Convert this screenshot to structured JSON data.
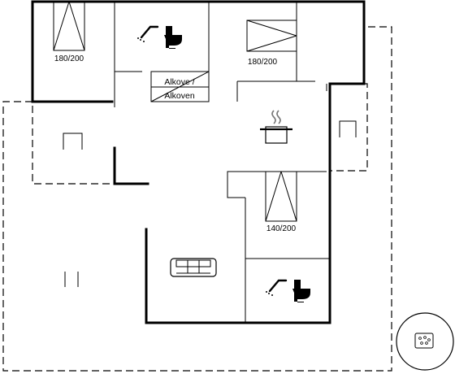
{
  "plan": {
    "beds": {
      "bed_nw": "180/200",
      "bed_ne": "180/200",
      "bed_center": "140/200"
    },
    "alcove": {
      "line1": "Alkove /",
      "line2": "Alkoven"
    },
    "icons": {
      "bath_top": "shower-toilet-icon",
      "bath_bottom": "shower-toilet-icon",
      "kitchen": "cooking-pot-icon",
      "living": "sofa-icon",
      "hot_tub": "hot-tub-icon"
    }
  }
}
